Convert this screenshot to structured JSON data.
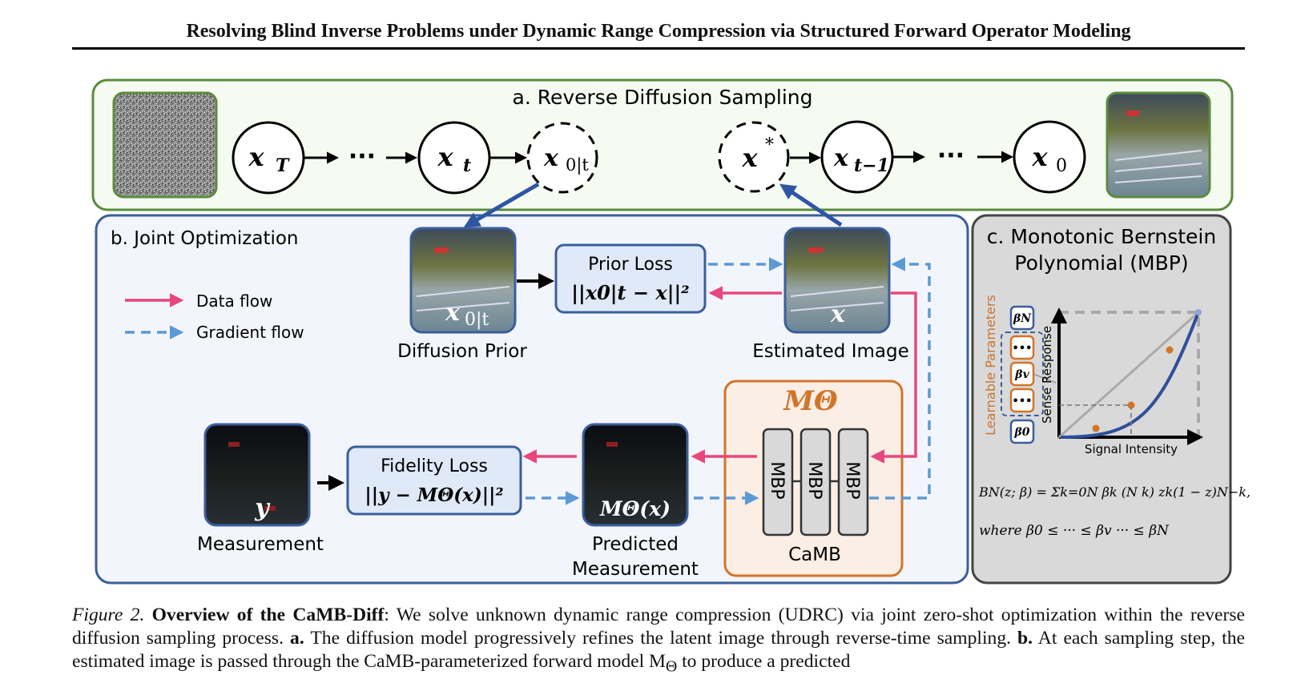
{
  "header": {
    "title": "Resolving Blind Inverse Problems under Dynamic Range Compression via Structured Forward Operator Modeling"
  },
  "colors": {
    "panel_a_border": "#5a8c3c",
    "panel_b_border": "#3a5e9c",
    "panel_b_fill": "#f3f5fc",
    "panel_c_fill": "#d9d9d9",
    "data_flow": "#e8467c",
    "gradient_flow": "#5a9ad6",
    "camb_border": "#d1752a",
    "camb_fill": "#fbeee4",
    "loss_fill": "#dfe9f7",
    "curve": "#2f4f9a"
  },
  "panel_a": {
    "title": "a. Reverse Diffusion Sampling",
    "nodes": {
      "xT": "x",
      "xT_sub": "T",
      "xt": "x",
      "xt_sub": "t",
      "x0t": "x",
      "x0t_sub": "0|t",
      "xstar": "x",
      "xstar_sup": "*",
      "xt1": "x",
      "xt1_sub": "t−1",
      "x0": "x",
      "x0_sub": "0"
    },
    "ellipsis": "···"
  },
  "panel_b": {
    "title": "b. Joint Optimization",
    "legend": {
      "data_flow": "Data flow",
      "gradient_flow": "Gradient flow"
    },
    "diffusion_prior": {
      "caption": "Diffusion Prior",
      "symbol": "x",
      "sub": "0|t"
    },
    "estimated_image": {
      "caption": "Estimated Image",
      "symbol": "x"
    },
    "prior_loss": {
      "title": "Prior Loss",
      "formula": "||x0|t − x||²"
    },
    "fidelity_loss": {
      "title": "Fidelity Loss",
      "formula": "||y − MΘ(x)||²"
    },
    "measurement": {
      "caption": "Measurement",
      "symbol": "y"
    },
    "predicted_measurement": {
      "caption_line1": "Predicted",
      "caption_line2": "Measurement",
      "symbol": "MΘ(x)"
    },
    "camb": {
      "title": "MΘ",
      "blocks": [
        "MBP",
        "MBP",
        "MBP"
      ],
      "caption": "CaMB"
    }
  },
  "panel_c": {
    "title_line1": "c. Monotonic Bernstein",
    "title_line2": "Polynomial (MBP)",
    "params_label": "Learnable Parameters",
    "params": [
      "βN",
      "•••",
      "βv",
      "•••",
      "β0"
    ],
    "ylabel": "Sense Response",
    "xlabel": "Signal Intensity",
    "formula": "BN(z; β) = Σk=0N βk (N k) zk(1 − z)N−k,",
    "where": "where    β0 ≤ ··· ≤ βv ··· ≤ βN"
  },
  "caption": {
    "label": "Figure 2.",
    "bold": "Overview of the CaMB-Diff",
    "text1": ": We solve unknown dynamic range compression (UDRC) via joint zero-shot optimization within the reverse diffusion sampling process. ",
    "a": "a.",
    "text2": " The diffusion model progressively refines the latent image through reverse-time sampling. ",
    "b": "b.",
    "text3": " At each sampling step, the estimated image is passed through the CaMB-parameterized forward model M",
    "text3_sub": "Θ",
    "text4": " to produce a predicted"
  }
}
